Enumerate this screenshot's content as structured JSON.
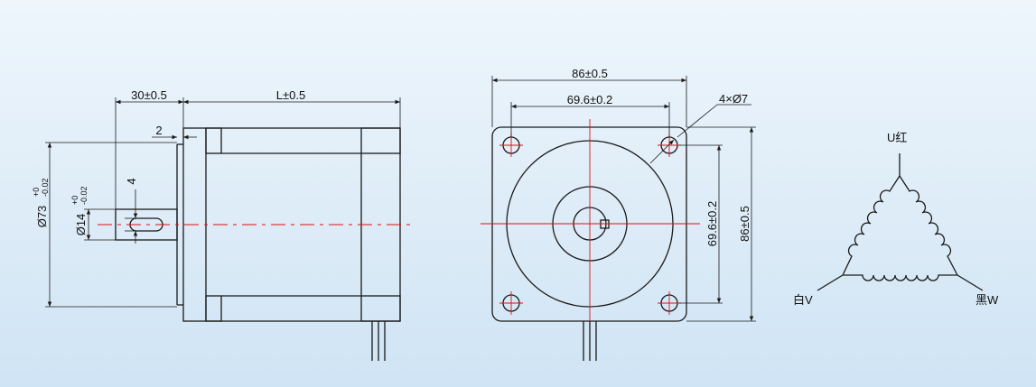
{
  "side_view": {
    "dim_shaft_length": "30±0.5",
    "dim_body_length": "L±0.5",
    "dim_flange": "2",
    "dim_key": "4",
    "dim_boss_dia": "Ø73",
    "dim_boss_tol_upper": "+0",
    "dim_boss_tol_lower": "-0.02",
    "dim_shaft_dia": "Ø14",
    "dim_shaft_tol_upper": "+0",
    "dim_shaft_tol_lower": "-0.02"
  },
  "front_view": {
    "dim_outer_width": "86±0.5",
    "dim_hole_spacing_h": "69.6±0.2",
    "dim_holes": "4×Ø7",
    "dim_hole_spacing_v": "69.6±0.2",
    "dim_outer_height": "86±0.5"
  },
  "wiring": {
    "label_u": "U红",
    "label_v": "白V",
    "label_w": "黑W"
  }
}
